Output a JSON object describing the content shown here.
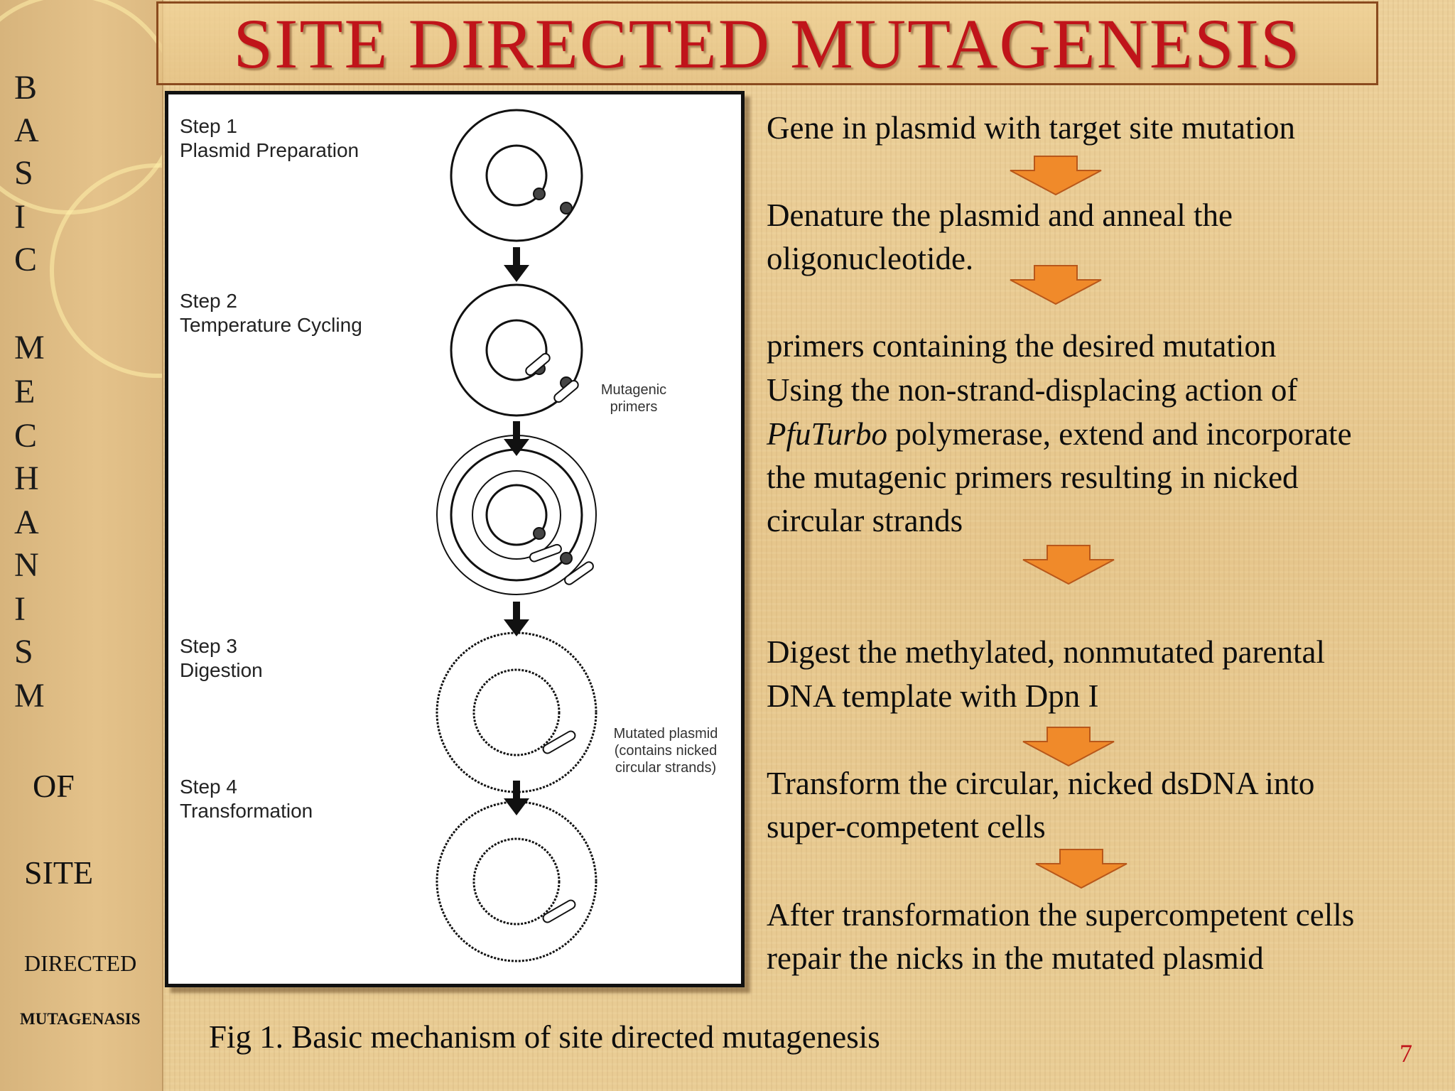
{
  "slide": {
    "title": "SITE  DIRECTED  MUTAGENESIS",
    "page_number": "7"
  },
  "sidebar": {
    "letters": [
      "B",
      "A",
      "S",
      "I",
      "C",
      "M",
      "E",
      "C",
      "H",
      "A",
      "N",
      "I",
      "S",
      "M"
    ],
    "word_of": "OF",
    "word_site": "SITE",
    "word_directed": "DIRECTED",
    "word_mutagenasis": "MUTAGENASIS"
  },
  "figure": {
    "step1_title": "Step 1",
    "step1_name": "Plasmid Preparation",
    "step2_title": "Step 2",
    "step2_name": "Temperature Cycling",
    "step3_title": "Step 3",
    "step3_name": "Digestion",
    "step4_title": "Step 4",
    "step4_name": "Transformation",
    "note_primers_1": "Mutagenic",
    "note_primers_2": "primers",
    "note_mutated_1": "Mutated plasmid",
    "note_mutated_2": "(contains nicked",
    "note_mutated_3": "circular strands)"
  },
  "steps_text": {
    "s1": "Gene in plasmid with target site mutation",
    "s2_l1": "Denature the plasmid and anneal the",
    "s2_l2": "oligonucleotide.",
    "s3_l1": "primers containing the desired mutation",
    "s3_l2": "Using the non-strand-displacing action of",
    "s3_l3_italic": "PfuTurbo",
    "s3_l3_rest": " polymerase, extend and incorporate",
    "s3_l4": "the mutagenic primers resulting in nicked",
    "s3_l5": "circular strands",
    "s4_l1": "Digest the methylated, nonmutated  parental",
    "s4_l2": "DNA template with Dpn I",
    "s5_l1": "Transform the circular, nicked dsDNA into",
    "s5_l2": "super-competent cells",
    "s6_l1": "After transformation the supercompetent cells",
    "s6_l2": "repair the nicks in the mutated plasmid"
  },
  "caption": "Fig 1. Basic mechanism of site directed mutagenesis",
  "colors": {
    "title_red": "#c0141a",
    "arrow_orange": "#f08a2a",
    "background_tan": "#e8c98f"
  }
}
